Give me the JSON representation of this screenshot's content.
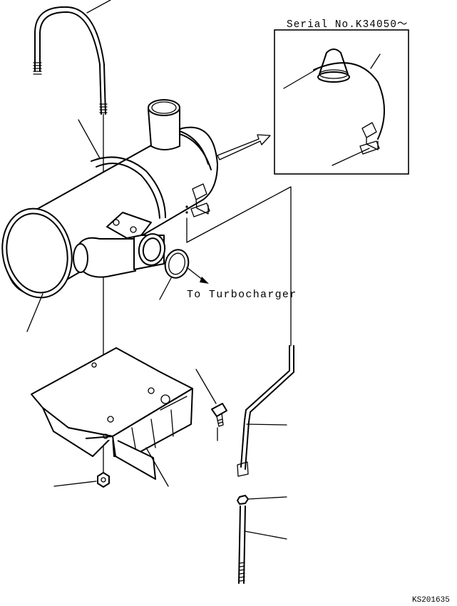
{
  "detail_inset": {
    "serial_label": "Serial No.K34050〜"
  },
  "annotations": {
    "turbo_label": "To Turbocharger"
  },
  "figure": {
    "code": "KS201635"
  }
}
